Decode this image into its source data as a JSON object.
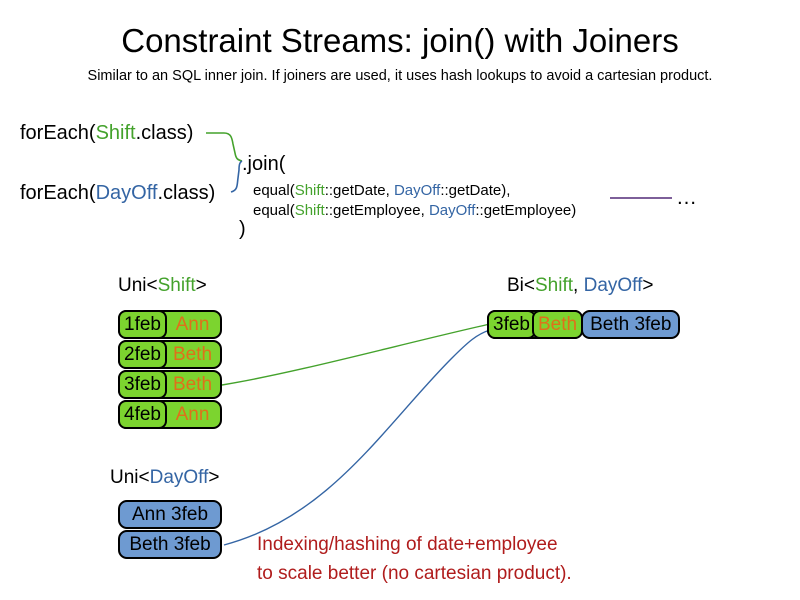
{
  "title": "Constraint Streams: join() with Joiners",
  "subtitle": "Similar to an SQL inner join. If joiners are used, it uses hash lookups to avoid a cartesian product.",
  "colors": {
    "green": "#44a22c",
    "blue": "#3465a4",
    "orange": "#e0701a",
    "red": "#b01c1c",
    "purple": "#7d5f99",
    "green_fill": "#7cd42f",
    "blue_fill": "#6e9ad1"
  },
  "code": {
    "foreach_shift": {
      "pre": "forEach(",
      "cls": "Shift",
      "post": ".class)"
    },
    "foreach_dayoff": {
      "pre": "forEach(",
      "cls": "DayOff",
      "post": ".class)"
    },
    "join_open": ".join(",
    "equal_date": {
      "pre": "equal(",
      "shift": "Shift",
      "mid": "::getDate, ",
      "dayoff": "DayOff",
      "post": "::getDate),"
    },
    "equal_employee": {
      "pre": "equal(",
      "shift": "Shift",
      "mid": "::getEmployee, ",
      "dayoff": "DayOff",
      "post": "::getEmployee)"
    },
    "join_close": ")",
    "ellipsis": "…"
  },
  "uni_shift": {
    "label": {
      "pre": "Uni<",
      "type": "Shift",
      "post": ">"
    },
    "rows": [
      {
        "date": "1feb",
        "name": "Ann"
      },
      {
        "date": "2feb",
        "name": "Beth"
      },
      {
        "date": "3feb",
        "name": "Beth"
      },
      {
        "date": "4feb",
        "name": "Ann"
      }
    ]
  },
  "uni_dayoff": {
    "label": {
      "pre": "Uni<",
      "type": "DayOff",
      "post": ">"
    },
    "rows": [
      {
        "text": "Ann 3feb"
      },
      {
        "text": "Beth 3feb"
      }
    ]
  },
  "bi": {
    "label": {
      "pre": "Bi<",
      "type1": "Shift",
      "sep": ", ",
      "type2": "DayOff",
      "post": ">"
    },
    "row": {
      "date": "3feb",
      "name": "Beth",
      "dayoff": "Beth 3feb"
    }
  },
  "note": {
    "line1": "Indexing/hashing of date+employee",
    "line2": "to scale better (no cartesian product)."
  }
}
